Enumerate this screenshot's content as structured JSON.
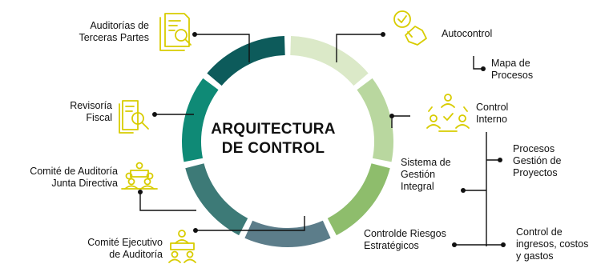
{
  "center_title": {
    "line1": "ARQUITECTURA",
    "line2": "DE CONTROL"
  },
  "colors": {
    "icon": "#d8cc00",
    "segments": [
      "#dbe9c8",
      "#b9d79f",
      "#8ebd6c",
      "#5c7d8a",
      "#3d7a77",
      "#0f8a76",
      "#0d5b5b"
    ]
  },
  "labels": {
    "auditorias": {
      "line1": "Auditorías de",
      "line2": "Terceras Partes"
    },
    "revisoria": {
      "line1": "Revisoría",
      "line2": "Fiscal"
    },
    "comite_auditoria": {
      "line1": "Comité de Auditoría",
      "line2": "Junta Directiva"
    },
    "comite_ejecutivo": {
      "line1": "Comité Ejecutivo",
      "line2": "de Auditoría"
    },
    "autocontrol": {
      "line1": "Autocontrol"
    },
    "mapa": {
      "line1": "Mapa de",
      "line2": "Procesos"
    },
    "control_interno": {
      "line1": "Control",
      "line2": "Interno"
    },
    "sistema": {
      "line1": "Sistema de",
      "line2": "Gestión",
      "line3": "Integral"
    },
    "procesos": {
      "line1": "Procesos",
      "line2": "Gestión de",
      "line3": "Proyectos"
    },
    "control_riesgos": {
      "line1": "Controlde Riesgos",
      "line2": "Estratégicos"
    },
    "control_ingresos": {
      "line1": "Control de",
      "line2": "ingresos, costos",
      "line3": "y gastos"
    }
  },
  "icons": [
    "document-search-icon",
    "report-magnifier-icon",
    "board-meeting-icon",
    "executive-committee-icon",
    "self-control-hand-check-icon",
    "team-check-icon"
  ]
}
